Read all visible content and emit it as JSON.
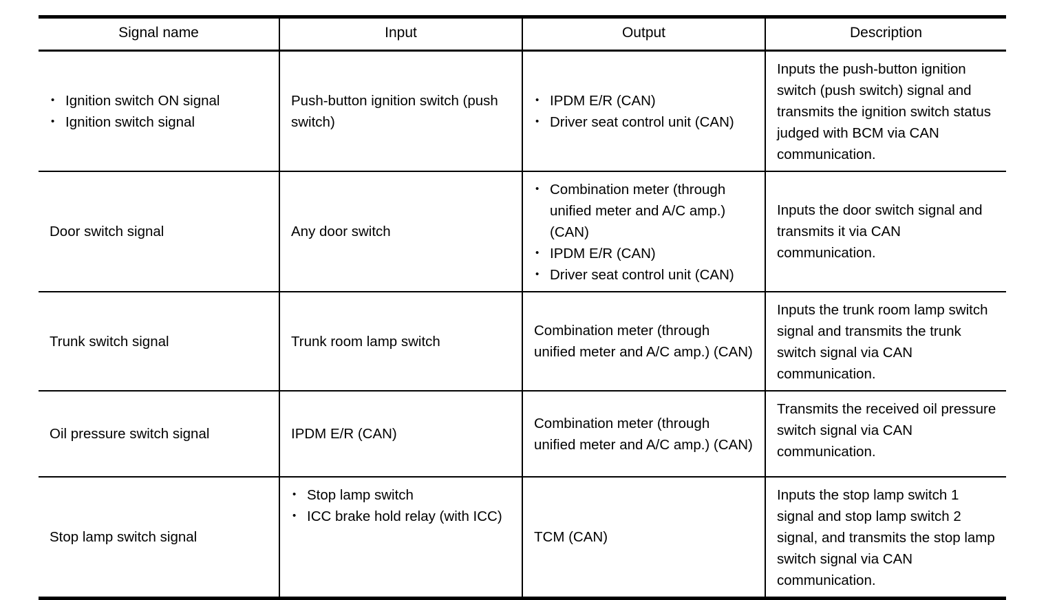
{
  "table": {
    "columns": [
      "Signal name",
      "Input",
      "Output",
      "Description"
    ],
    "rows": [
      {
        "signal_name_items": [
          "Ignition switch ON signal",
          "Ignition switch signal"
        ],
        "input": "Push-button ignition switch (push switch)",
        "output_items": [
          "IPDM E/R (CAN)",
          "Driver seat control unit (CAN)"
        ],
        "description": "Inputs the push-button ignition switch (push switch) signal and transmits the ignition switch status judged with BCM via CAN communication."
      },
      {
        "signal_name": "Door switch signal",
        "input": "Any door switch",
        "output_items": [
          "Combination meter (through unified meter and A/C amp.) (CAN)",
          "IPDM E/R (CAN)",
          "Driver seat control unit (CAN)"
        ],
        "description": "Inputs the door switch signal and transmits it via CAN communication."
      },
      {
        "signal_name": "Trunk switch signal",
        "input": "Trunk room lamp switch",
        "output": "Combination meter (through unified meter and A/C amp.) (CAN)",
        "description": "Inputs the trunk room lamp switch signal and transmits the trunk switch signal via CAN communication."
      },
      {
        "signal_name": "Oil pressure switch signal",
        "input": "IPDM E/R (CAN)",
        "output": "Combination meter (through unified meter and A/C amp.) (CAN)",
        "description": "Transmits the received oil pressure switch signal via CAN communication."
      },
      {
        "signal_name": "Stop lamp switch signal",
        "input_items": [
          "Stop lamp switch",
          "ICC brake hold relay (with ICC)"
        ],
        "output": "TCM (CAN)",
        "description": "Inputs the stop lamp switch 1 signal and stop lamp switch 2 signal, and transmits the stop lamp switch signal via CAN communication."
      }
    ]
  },
  "colors": {
    "text": "#000000",
    "rule": "#000000",
    "background": "#ffffff"
  }
}
